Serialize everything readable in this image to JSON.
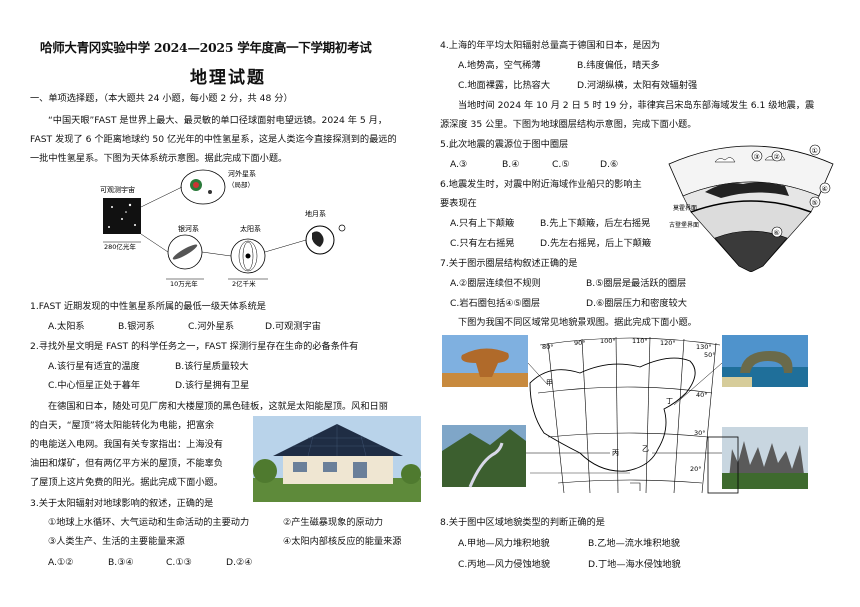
{
  "header": {
    "school_line": "哈师大青冈实验中学 2024—2025 学年度高一下学期初考试",
    "subject": "地理试题"
  },
  "section1": "一、单项选择题，（本大题共 24 小题，每小题 2 分，共 48 分）",
  "intro1": [
    "“中国天眼”FAST 是世界上最大、最灵敏的单口径球面射电望远镜。2024 年 5 月，",
    "FAST 发现了 6 个距离地球约 50 亿光年的中性氢星系，这是人类迄今直接探测到的最远的",
    "一批中性氢星系。下图为天体系统示意图。据此完成下面小题。"
  ],
  "fig1": {
    "observable": "可观测宇宙",
    "milky": "银河系",
    "extra": "河外星系",
    "local": "（局部）",
    "solar": "太阳系",
    "earthmoon": "地月系",
    "d1": "280亿光年",
    "d2": "10万光年",
    "d3": "2亿千米"
  },
  "q1": {
    "stem": "1.FAST 近期发现的中性氢星系所属的最低一级天体系统是",
    "opts": [
      "A.太阳系",
      "B.银河系",
      "C.河外星系",
      "D.可观测宇宙"
    ]
  },
  "q2": {
    "stem": "2.寻找外星文明是 FAST 的科学任务之一，FAST 探测行星存在生命的必备条件有",
    "opts": [
      "A.该行星有适宜的温度",
      "B.该行星质量较大",
      "C.中心恒星正处于暮年",
      "D.该行星拥有卫星"
    ]
  },
  "intro2": [
    "在德国和日本，随处可见厂房和大楼屋顶的黑色硅板，这就是太阳能屋顶。风和日丽",
    "的白天，“屋顶”将太阳能转化为电能，把富余",
    "的电能送入电网。我国有关专家指出：上海没有",
    "油田和煤矿，但有两亿平方米的屋顶，不能辜负",
    "了屋顶上这片免费的阳光。据此完成下面小题。"
  ],
  "q3": {
    "stem": "3.关于太阳辐射对地球影响的叙述，正确的是",
    "items": [
      "①地球上水循环、大气运动和生命活动的主要动力",
      "②产生磁暴现象的原动力",
      "③人类生产、生活的主要能量来源",
      "④太阳内部核反应的能量来源"
    ],
    "opts": [
      "A.①②",
      "B.③④",
      "C.①③",
      "D.②④"
    ]
  },
  "q4": {
    "stem": "4.上海的年平均太阳辐射总量高于德国和日本，是因为",
    "opts": [
      "A.地势高，空气稀薄",
      "B.纬度偏低，晴天多",
      "C.地面裸露，比热容大",
      "D.河湖纵横，太阳有效辐射强"
    ]
  },
  "intro3": [
    "当地时间 2024 年 10 月 2 日 5 时 19 分，菲律宾吕宋岛东部海域发生 6.1 级地震，震",
    "源深度 35 公里。下图为地球圈层结构示意图，完成下面小题。"
  ],
  "q5": {
    "stem": "5.此次地震的震源位于图中圈层",
    "opts": [
      "A.③",
      "B.④",
      "C.⑤",
      "D.⑥"
    ]
  },
  "q6": {
    "stem": [
      "6.地震发生时，对震中附近海域作业船只的影响主",
      "要表现在"
    ],
    "opts": [
      "A.只有上下颠簸",
      "B.先上下颠簸，后左右摇晃",
      "C.只有左右摇晃",
      "D.先左右摇晃，后上下颠簸"
    ]
  },
  "fig2": {
    "labels": [
      "①",
      "②",
      "③",
      "④",
      "⑤",
      "⑥"
    ],
    "moho": "莫霍界面",
    "gutenberg": "古登堡界面"
  },
  "q7": {
    "stem": "7.关于图示圈层结构叙述正确的是",
    "opts": [
      "A.②圈层连续但不规则",
      "B.⑤圈层是最活跃的圈层",
      "C.岩石圈包括④⑤圈层",
      "D.⑥圈层压力和密度较大"
    ]
  },
  "intro4": "下图为我国不同区域常见地貌景观图。据此完成下面小题。",
  "fig3": {
    "lons": [
      "80°",
      "90°",
      "100°",
      "110°",
      "120°",
      "130°"
    ],
    "lats": [
      "50°",
      "40°",
      "30°",
      "20°"
    ],
    "places": [
      "甲",
      "乙",
      "丙",
      "丁"
    ]
  },
  "q8": {
    "stem": "8.关于图中区域地貌类型的判断正确的是",
    "opts": [
      "A.甲地—风力堆积地貌",
      "B.乙地—流水堆积地貌",
      "C.丙地—风力侵蚀地貌",
      "D.丁地—海水侵蚀地貌"
    ]
  }
}
